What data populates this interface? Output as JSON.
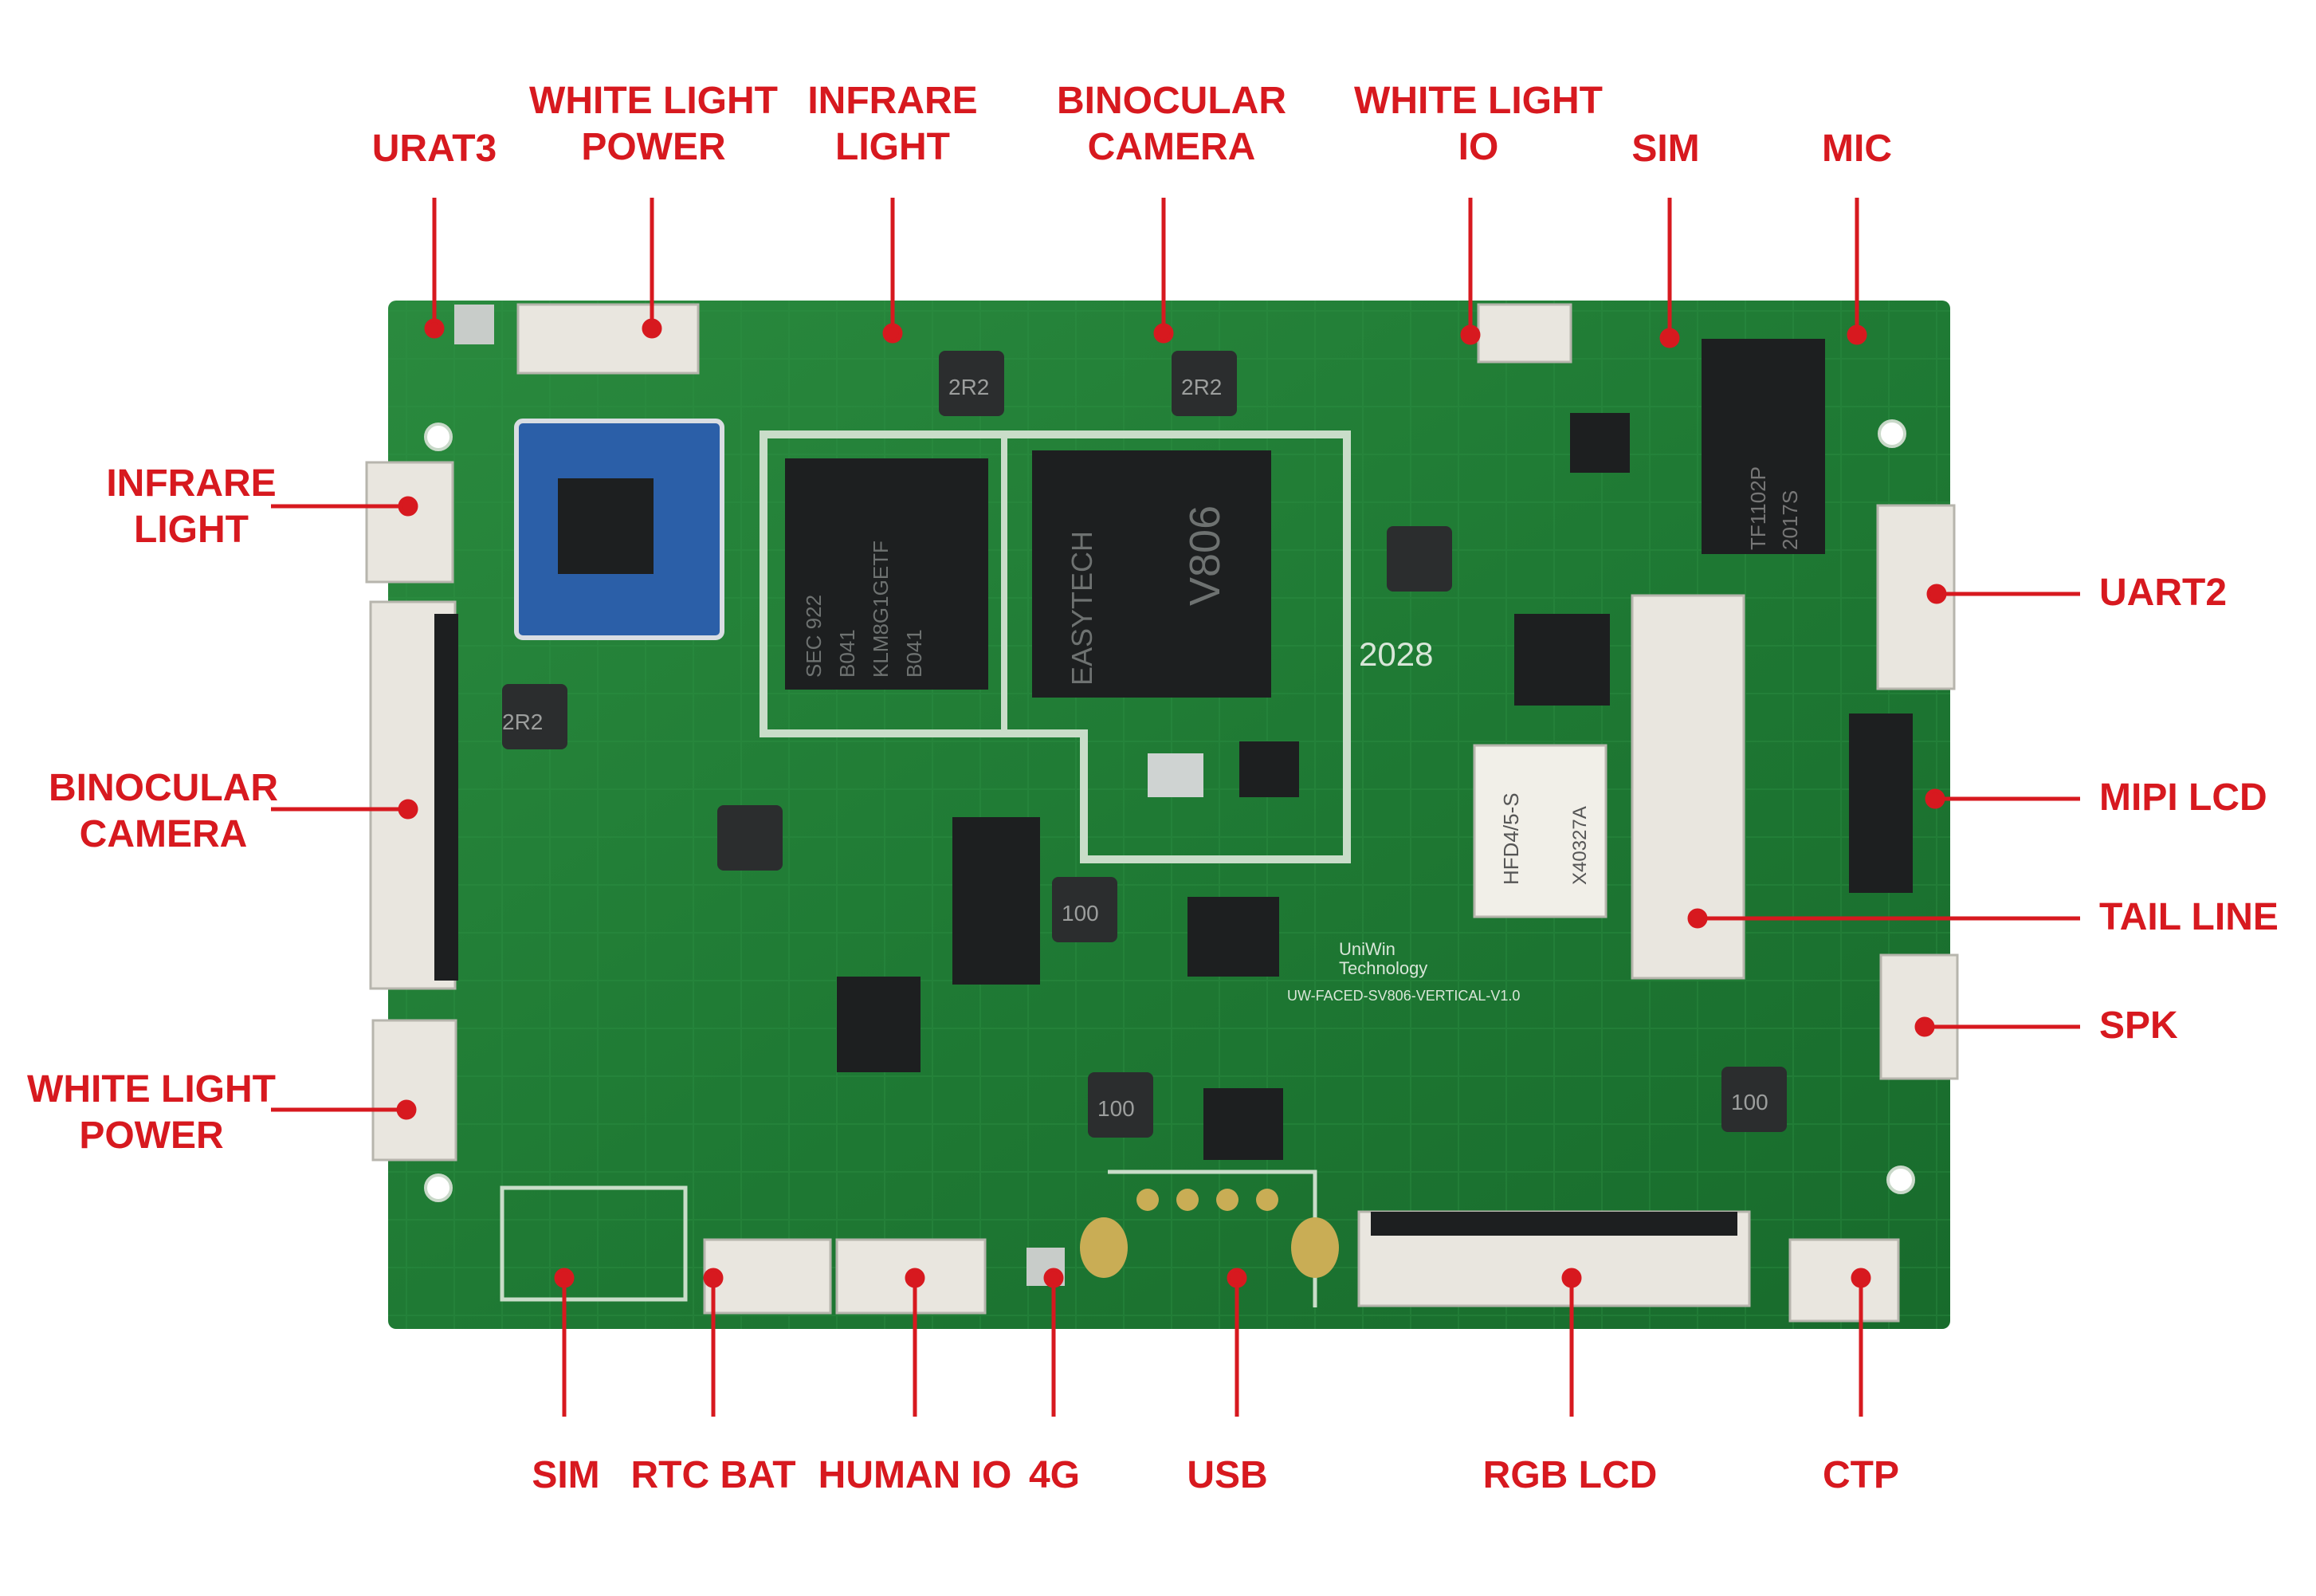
{
  "colors": {
    "label": "#d7191f",
    "board": "#1f7a34",
    "board_dark": "#155a26",
    "connector": "#e9e6df",
    "chip": "#1d1f20",
    "wifi_module": "#2b5fa8",
    "silk": "#d8e6d8"
  },
  "board": {
    "chip_text": {
      "emmc": [
        "SEC 922",
        "B041",
        "KLM8G1GETF",
        "B041"
      ],
      "soc": [
        "EASYTECH",
        "V806"
      ],
      "relay": [
        "HFD4/5-S",
        "X40327A"
      ],
      "transformer": [
        "TF1102P",
        "2017S"
      ],
      "brand": [
        "UniWin",
        "Technology"
      ],
      "model": "UW-FACED-SV806-VERTICAL-V1.0",
      "year": "2028",
      "inductor_2r2": "2R2",
      "inductor_100": "100"
    }
  },
  "labels": {
    "top": [
      {
        "id": "urat3",
        "lines": [
          "URAT3"
        ]
      },
      {
        "id": "white-light-power-top",
        "lines": [
          "WHITE LIGHT",
          "POWER"
        ]
      },
      {
        "id": "infrare-light-top",
        "lines": [
          "INFRARE",
          "LIGHT"
        ]
      },
      {
        "id": "binocular-camera-top",
        "lines": [
          "BINOCULAR",
          "CAMERA"
        ]
      },
      {
        "id": "white-light-io",
        "lines": [
          "WHITE LIGHT",
          "IO"
        ]
      },
      {
        "id": "sim-top",
        "lines": [
          "SIM"
        ]
      },
      {
        "id": "mic",
        "lines": [
          "MIC"
        ]
      }
    ],
    "left": [
      {
        "id": "infrare-light-left",
        "lines": [
          "INFRARE",
          "LIGHT"
        ]
      },
      {
        "id": "binocular-camera-left",
        "lines": [
          "BINOCULAR",
          "CAMERA"
        ]
      },
      {
        "id": "white-light-power-left",
        "lines": [
          "WHITE LIGHT",
          "POWER"
        ]
      }
    ],
    "right": [
      {
        "id": "uart2",
        "lines": [
          "UART2"
        ]
      },
      {
        "id": "mipi-lcd",
        "lines": [
          "MIPI LCD"
        ]
      },
      {
        "id": "tail-line",
        "lines": [
          "TAIL LINE"
        ]
      },
      {
        "id": "spk",
        "lines": [
          "SPK"
        ]
      }
    ],
    "bottom": [
      {
        "id": "sim-bottom",
        "lines": [
          "SIM"
        ]
      },
      {
        "id": "rtc-bat",
        "lines": [
          "RTC BAT"
        ]
      },
      {
        "id": "human-io",
        "lines": [
          "HUMAN IO"
        ]
      },
      {
        "id": "4g",
        "lines": [
          "4G"
        ]
      },
      {
        "id": "usb",
        "lines": [
          "USB"
        ]
      },
      {
        "id": "rgb-lcd",
        "lines": [
          "RGB LCD"
        ]
      },
      {
        "id": "ctp",
        "lines": [
          "CTP"
        ]
      }
    ]
  }
}
